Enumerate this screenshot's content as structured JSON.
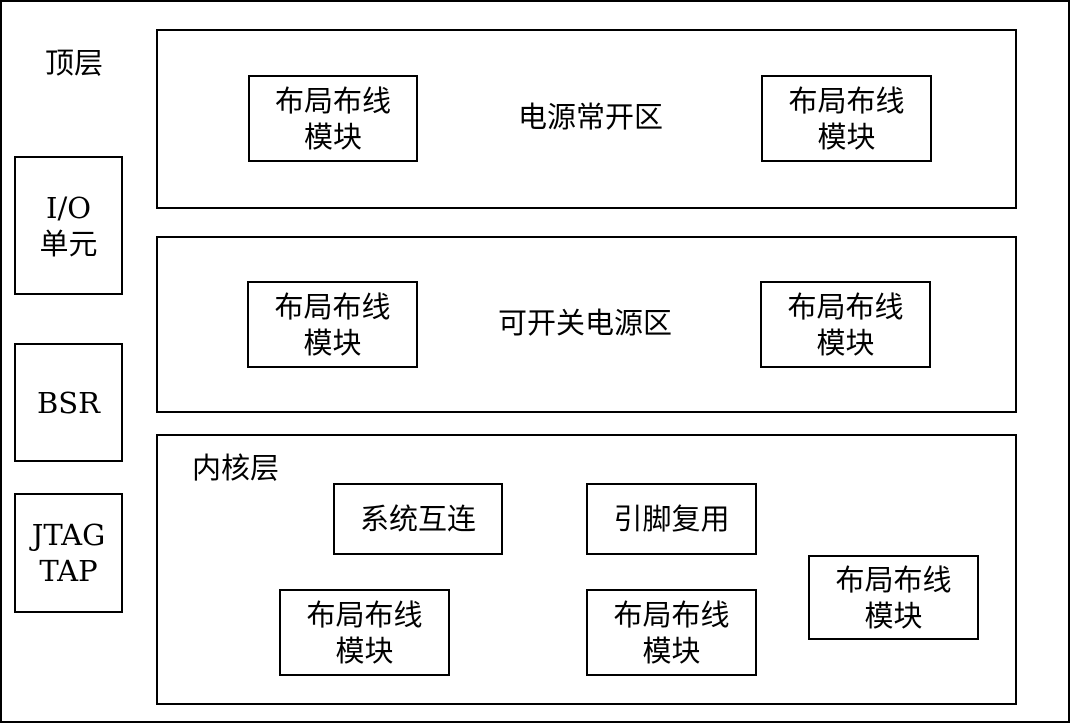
{
  "top_layer": {
    "label": "顶层"
  },
  "side_blocks": [
    {
      "line1": "I/O",
      "line2": "单元"
    },
    {
      "line1": "BSR",
      "line2": ""
    },
    {
      "line1": "JTAG",
      "line2": "TAP"
    }
  ],
  "always_on_region": {
    "label": "电源常开区",
    "blocks": [
      {
        "line1": "布局布线",
        "line2": "模块"
      },
      {
        "line1": "布局布线",
        "line2": "模块"
      }
    ]
  },
  "switchable_region": {
    "label": "可开关电源区",
    "blocks": [
      {
        "line1": "布局布线",
        "line2": "模块"
      },
      {
        "line1": "布局布线",
        "line2": "模块"
      }
    ]
  },
  "core_layer": {
    "label": "内核层",
    "interconnect": "系统互连",
    "pin_mux": "引脚复用",
    "blocks": [
      {
        "line1": "布局布线",
        "line2": "模块"
      },
      {
        "line1": "布局布线",
        "line2": "模块"
      },
      {
        "line1": "布局布线",
        "line2": "模块"
      }
    ]
  }
}
